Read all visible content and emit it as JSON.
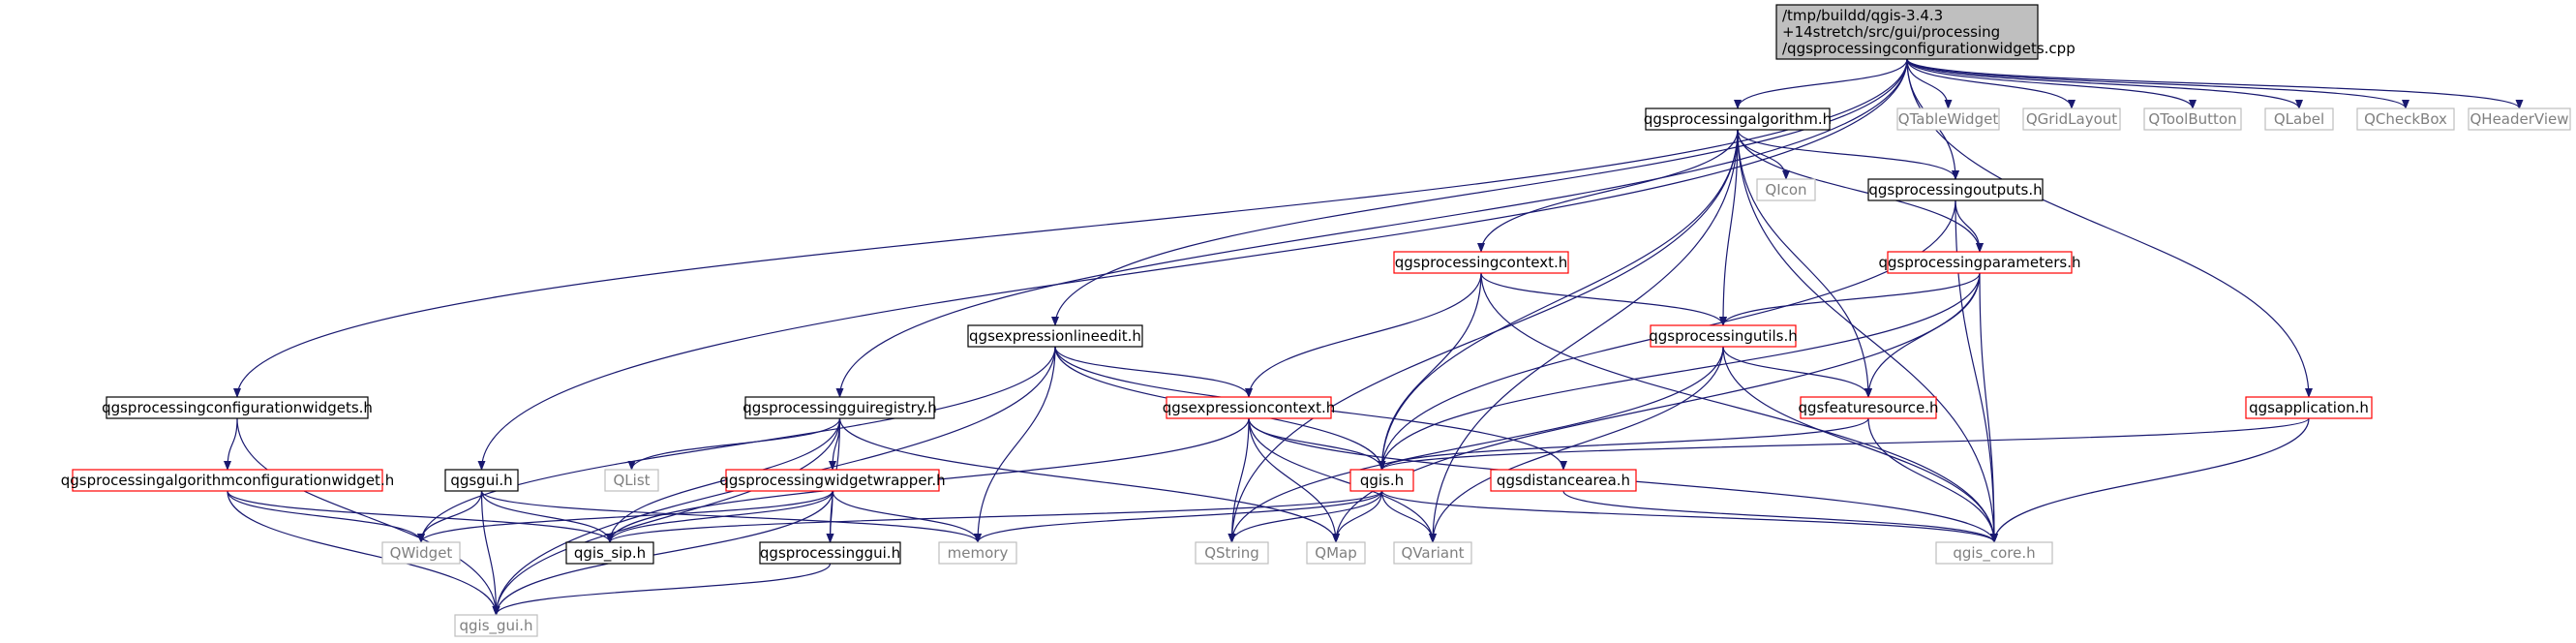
{
  "colors": {
    "edge": "#191970",
    "edge_red": "#8b1a1a",
    "root_fill": "#bfbfbf",
    "doc_border": "#000000",
    "nodoc_border": "#ff0000",
    "ext_border": "#bfbfbf",
    "ext_text": "#7f7f7f",
    "text": "#000000"
  },
  "nodes": [
    {
      "id": "root",
      "lines": [
        "/tmp/buildd/qgis-3.4.3",
        "+14stretch/src/gui/processing",
        "/qgsprocessingconfigurationwidgets.cpp"
      ],
      "kind": "root"
    },
    {
      "id": "alg",
      "lines": [
        "qgsprocessingalgorithm.h"
      ],
      "kind": "doc"
    },
    {
      "id": "qtablewidget",
      "lines": [
        "QTableWidget"
      ],
      "kind": "ext"
    },
    {
      "id": "qgridlayout",
      "lines": [
        "QGridLayout"
      ],
      "kind": "ext"
    },
    {
      "id": "qtoolbutton",
      "lines": [
        "QToolButton"
      ],
      "kind": "ext"
    },
    {
      "id": "qlabel",
      "lines": [
        "QLabel"
      ],
      "kind": "ext"
    },
    {
      "id": "qcheckbox",
      "lines": [
        "QCheckBox"
      ],
      "kind": "ext"
    },
    {
      "id": "qheaderview",
      "lines": [
        "QHeaderView"
      ],
      "kind": "ext"
    },
    {
      "id": "qicon",
      "lines": [
        "QIcon"
      ],
      "kind": "ext"
    },
    {
      "id": "outputs",
      "lines": [
        "qgsprocessingoutputs.h"
      ],
      "kind": "doc"
    },
    {
      "id": "context",
      "lines": [
        "qgsprocessingcontext.h"
      ],
      "kind": "nodoc"
    },
    {
      "id": "params",
      "lines": [
        "qgsprocessingparameters.h"
      ],
      "kind": "nodoc"
    },
    {
      "id": "exprline",
      "lines": [
        "qgsexpressionlineedit.h"
      ],
      "kind": "doc"
    },
    {
      "id": "utils",
      "lines": [
        "qgsprocessingutils.h"
      ],
      "kind": "nodoc"
    },
    {
      "id": "confwidgets",
      "lines": [
        "qgsprocessingconfigurationwidgets.h"
      ],
      "kind": "doc"
    },
    {
      "id": "guireg",
      "lines": [
        "qgsprocessingguiregistry.h"
      ],
      "kind": "doc"
    },
    {
      "id": "exprctx",
      "lines": [
        "qgsexpressioncontext.h"
      ],
      "kind": "nodoc"
    },
    {
      "id": "featsrc",
      "lines": [
        "qgsfeaturesource.h"
      ],
      "kind": "nodoc"
    },
    {
      "id": "app",
      "lines": [
        "qgsapplication.h"
      ],
      "kind": "nodoc"
    },
    {
      "id": "algconf",
      "lines": [
        "qgsprocessingalgorithmconfigurationwidget.h"
      ],
      "kind": "nodoc"
    },
    {
      "id": "qgsgui",
      "lines": [
        "qgsgui.h"
      ],
      "kind": "doc"
    },
    {
      "id": "qlist",
      "lines": [
        "QList"
      ],
      "kind": "ext"
    },
    {
      "id": "wrapper",
      "lines": [
        "qgsprocessingwidgetwrapper.h"
      ],
      "kind": "nodoc"
    },
    {
      "id": "qgis",
      "lines": [
        "qgis.h"
      ],
      "kind": "nodoc"
    },
    {
      "id": "distarea",
      "lines": [
        "qgsdistancearea.h"
      ],
      "kind": "nodoc"
    },
    {
      "id": "qwidget",
      "lines": [
        "QWidget"
      ],
      "kind": "ext"
    },
    {
      "id": "sip",
      "lines": [
        "qgis_sip.h"
      ],
      "kind": "doc"
    },
    {
      "id": "memory",
      "lines": [
        "memory"
      ],
      "kind": "ext"
    },
    {
      "id": "procgui",
      "lines": [
        "qgsprocessinggui.h"
      ],
      "kind": "doc"
    },
    {
      "id": "qstring",
      "lines": [
        "QString"
      ],
      "kind": "ext"
    },
    {
      "id": "qmap",
      "lines": [
        "QMap"
      ],
      "kind": "ext"
    },
    {
      "id": "qvariant",
      "lines": [
        "QVariant"
      ],
      "kind": "ext"
    },
    {
      "id": "core",
      "lines": [
        "qgis_core.h"
      ],
      "kind": "ext"
    },
    {
      "id": "guih",
      "lines": [
        "qgis_gui.h"
      ],
      "kind": "ext"
    }
  ],
  "edges": [
    [
      "root",
      "alg"
    ],
    [
      "root",
      "qtablewidget"
    ],
    [
      "root",
      "qgridlayout"
    ],
    [
      "root",
      "qtoolbutton"
    ],
    [
      "root",
      "qlabel"
    ],
    [
      "root",
      "qcheckbox"
    ],
    [
      "root",
      "qheaderview"
    ],
    [
      "root",
      "confwidgets"
    ],
    [
      "root",
      "qgsgui"
    ],
    [
      "root",
      "guireg"
    ],
    [
      "root",
      "exprline"
    ],
    [
      "root",
      "app"
    ],
    [
      "root",
      "outputs"
    ],
    [
      "alg",
      "qicon"
    ],
    [
      "alg",
      "outputs"
    ],
    [
      "alg",
      "context"
    ],
    [
      "alg",
      "params"
    ],
    [
      "alg",
      "utils"
    ],
    [
      "alg",
      "featsrc"
    ],
    [
      "alg",
      "qgis"
    ],
    [
      "alg",
      "qvariant"
    ],
    [
      "alg",
      "qstring"
    ],
    [
      "alg",
      "core"
    ],
    [
      "outputs",
      "params"
    ],
    [
      "outputs",
      "qgis"
    ],
    [
      "outputs",
      "core"
    ],
    [
      "context",
      "exprctx"
    ],
    [
      "context",
      "utils"
    ],
    [
      "context",
      "qgis"
    ],
    [
      "context",
      "core"
    ],
    [
      "params",
      "utils"
    ],
    [
      "params",
      "featsrc"
    ],
    [
      "params",
      "qgis"
    ],
    [
      "params",
      "qmap"
    ],
    [
      "params",
      "core"
    ],
    [
      "exprline",
      "exprctx"
    ],
    [
      "exprline",
      "qgis"
    ],
    [
      "exprline",
      "distarea"
    ],
    [
      "exprline",
      "qwidget"
    ],
    [
      "exprline",
      "memory"
    ],
    [
      "exprline",
      "guih"
    ],
    [
      "utils",
      "featsrc"
    ],
    [
      "utils",
      "qstring"
    ],
    [
      "utils",
      "qvariant"
    ],
    [
      "utils",
      "core"
    ],
    [
      "confwidgets",
      "algconf"
    ],
    [
      "confwidgets",
      "guih"
    ],
    [
      "guireg",
      "qlist"
    ],
    [
      "guireg",
      "wrapper"
    ],
    [
      "guireg",
      "sip"
    ],
    [
      "guireg",
      "procgui"
    ],
    [
      "guireg",
      "qmap"
    ],
    [
      "guireg",
      "guih"
    ],
    [
      "exprctx",
      "qgis"
    ],
    [
      "exprctx",
      "qstring"
    ],
    [
      "exprctx",
      "qvariant"
    ],
    [
      "exprctx",
      "qmap"
    ],
    [
      "exprctx",
      "sip"
    ],
    [
      "exprctx",
      "core"
    ],
    [
      "featsrc",
      "qgis"
    ],
    [
      "featsrc",
      "core"
    ],
    [
      "app",
      "qgis"
    ],
    [
      "app",
      "core"
    ],
    [
      "algconf",
      "qwidget"
    ],
    [
      "algconf",
      "sip"
    ],
    [
      "algconf",
      "guih"
    ],
    [
      "qgsgui",
      "qwidget"
    ],
    [
      "qgsgui",
      "sip"
    ],
    [
      "qgsgui",
      "memory"
    ],
    [
      "qgsgui",
      "guih"
    ],
    [
      "wrapper",
      "qwidget"
    ],
    [
      "wrapper",
      "sip"
    ],
    [
      "wrapper",
      "procgui"
    ],
    [
      "wrapper",
      "memory"
    ],
    [
      "wrapper",
      "guih"
    ],
    [
      "qgis",
      "sip"
    ],
    [
      "qgis",
      "memory"
    ],
    [
      "qgis",
      "qstring"
    ],
    [
      "qgis",
      "qmap"
    ],
    [
      "qgis",
      "qvariant"
    ],
    [
      "qgis",
      "core"
    ],
    [
      "distarea",
      "core"
    ],
    [
      "procgui",
      "guih"
    ]
  ]
}
